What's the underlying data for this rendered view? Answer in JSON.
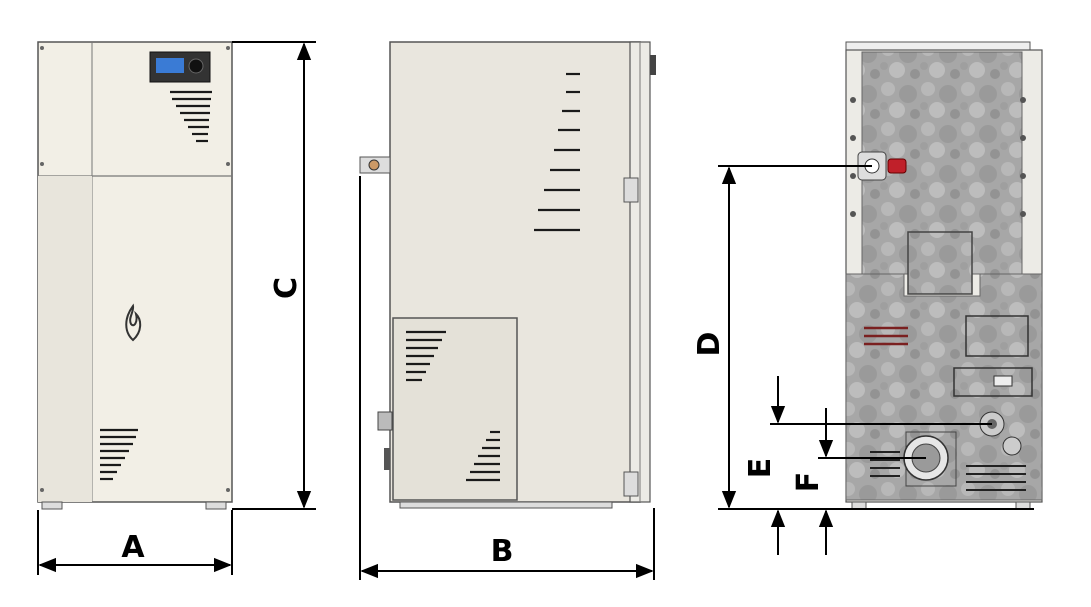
{
  "dimensions": {
    "width_label": "A",
    "depth_label": "B",
    "height_label": "C",
    "flue_height_label": "D",
    "outlet_height_label": "E",
    "inlet_height_label": "F"
  },
  "colors": {
    "panel_front": "#f2efe6",
    "panel_side": "#e9e6de",
    "edge": "#555555",
    "vent": "#1a1a1a",
    "insulation": "#a9a9a9",
    "dimension_line": "#000000",
    "flue_cap": "#c0202a",
    "control_screen": "#3a7bd5"
  },
  "icons": {
    "front_flame": "flame-icon",
    "control_panel": "control-panel-icon"
  }
}
